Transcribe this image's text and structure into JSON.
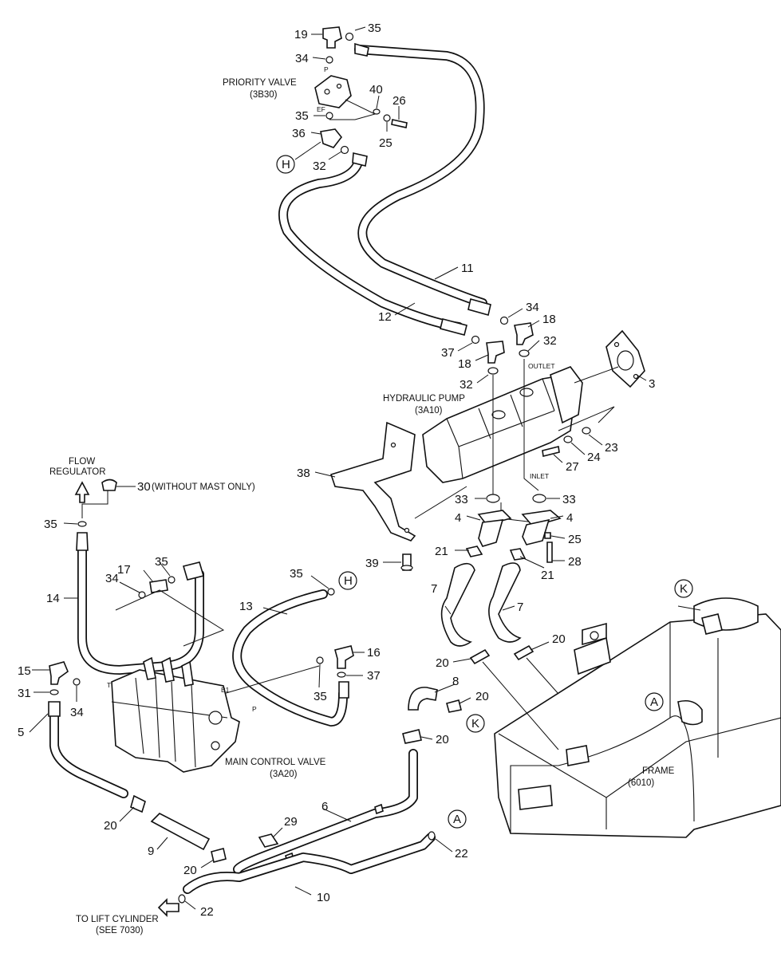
{
  "callouts": {
    "n19": "19",
    "n35_top": "35",
    "n34_top": "34",
    "n40": "40",
    "n26": "26",
    "n35_pv": "35",
    "n36": "36",
    "n25_top": "25",
    "n32_top": "32",
    "n11": "11",
    "n12": "12",
    "n34_mid": "34",
    "n18_r": "18",
    "n37_mid": "37",
    "n18_l": "18",
    "n32_r": "32",
    "n32_l": "32",
    "n3": "3",
    "n38": "38",
    "n24": "24",
    "n23": "23",
    "n27": "27",
    "n30": "30",
    "n35_fr": "35",
    "n33_l": "33",
    "n33_r": "33",
    "n4_l": "4",
    "n4_r": "4",
    "n25_mid": "25",
    "n21_l": "21",
    "n28": "28",
    "n39": "39",
    "n21_r": "21",
    "n14": "14",
    "n17": "17",
    "n35_17": "35",
    "n34_17": "34",
    "n13": "13",
    "n35_13": "35",
    "n7_l": "7",
    "n7_r": "7",
    "n16": "16",
    "n37_cv": "37",
    "n35_cv": "35",
    "n15": "15",
    "n31": "31",
    "n34_cv": "34",
    "n20_a": "20",
    "n20_b": "20",
    "n8": "8",
    "n20_c": "20",
    "n20_d": "20",
    "n5": "5",
    "n20_e": "20",
    "n6": "6",
    "n29": "29",
    "n9": "9",
    "n20_f": "20",
    "n22_r": "22",
    "n10": "10",
    "n22_l": "22"
  },
  "refs": {
    "H": "H",
    "K": "K",
    "A": "A"
  },
  "labels": {
    "priority_valve": "PRIORITY VALVE",
    "priority_valve_ref": "(3B30)",
    "port_p": "P",
    "port_ef": "EF",
    "hydraulic_pump": "HYDRAULIC PUMP",
    "hydraulic_pump_ref": "(3A10)",
    "outlet": "OUTLET",
    "inlet": "INLET",
    "flow_regulator_1": "FLOW",
    "flow_regulator_2": "REGULATOR",
    "without_mast": "(WITHOUT MAST ONLY)",
    "main_control_valve": "MAIN CONTROL VALVE",
    "main_control_valve_ref": "(3A20)",
    "frame": "FRAME",
    "frame_ref": "(6010)",
    "to_lift_cylinder": "TO LIFT CYLINDER",
    "see_7030": "(SEE 7030)",
    "port_t": "T",
    "port_b1": "B1",
    "port_p_cv": "P"
  }
}
